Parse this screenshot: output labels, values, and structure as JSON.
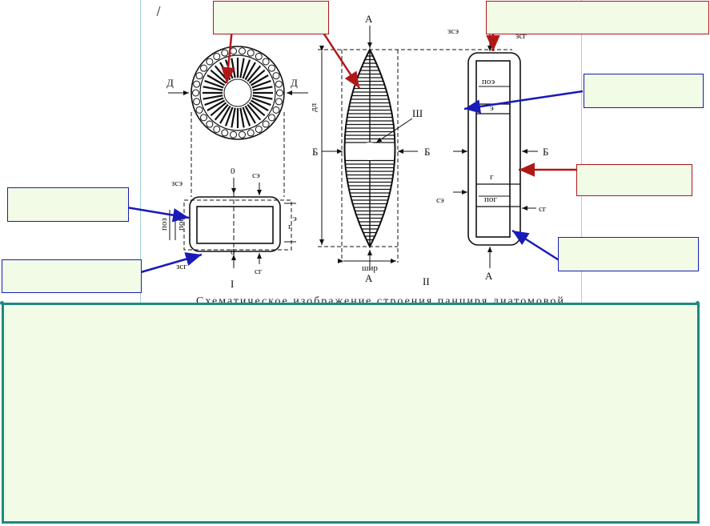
{
  "figure": {
    "caption": "Схематическое изображение строения панциря диатомовой",
    "labels": {
      "A_top": "А",
      "A_bottom_mid": "А",
      "A_bottom_right": "А",
      "B_left": "Б",
      "B_mid": "Б",
      "B_right": "Б",
      "D_left": "Д",
      "D_right": "Д",
      "sh": "Ш",
      "dl": "дл",
      "shir": "шир",
      "roman1": "I",
      "roman2": "II",
      "zero_top": "0",
      "zero_bottom": "0",
      "zse_left": "зсэ",
      "se_left": "сэ",
      "e_left": "э",
      "g_left": "г",
      "poz_left": "поз",
      "pog_left": "пог",
      "zsg_left": "зсг",
      "sg_left": "сг",
      "zse_right": "зсэ",
      "zsg_right": "зсг",
      "poe_right": "поэ",
      "e_right": "э",
      "g_right": "г",
      "pog_right": "пог",
      "se_right": "сэ",
      "sg_right": "сг"
    }
  },
  "colors": {
    "red_arrow": "#b01818",
    "blue_arrow": "#1a1ab8",
    "callout_fill": "#f1fbe6",
    "panel_border": "#1e8a80"
  }
}
